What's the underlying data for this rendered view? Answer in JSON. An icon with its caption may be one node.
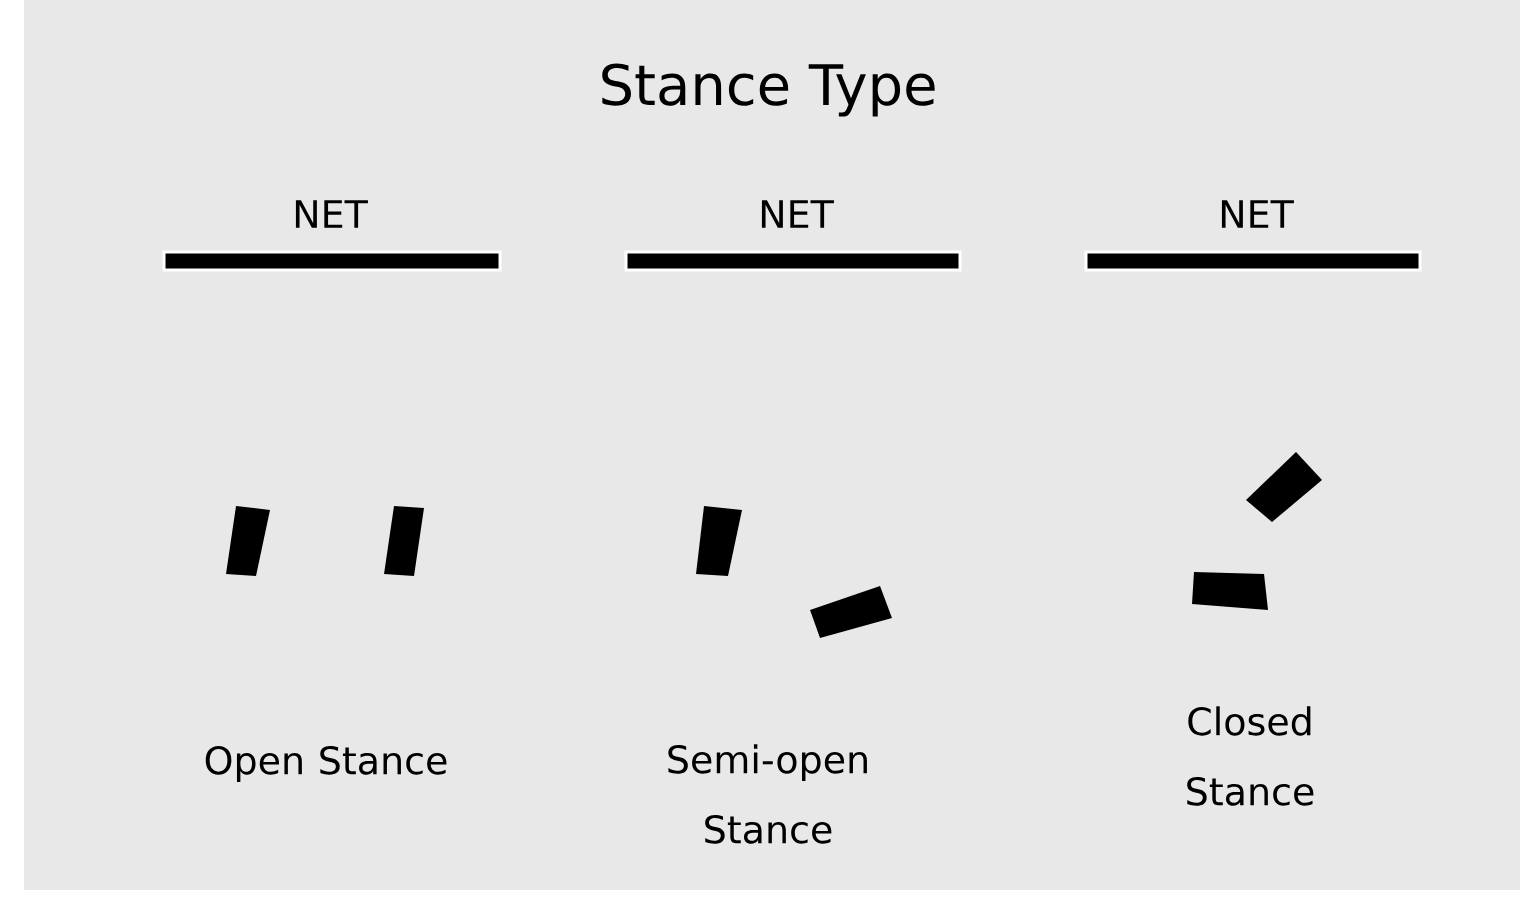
{
  "diagram": {
    "title": "Stance Type",
    "labels": [
      "NET",
      "NET",
      "NET",
      "Open Stance",
      "Semi-open Stance",
      "Closed Stance"
    ]
  }
}
